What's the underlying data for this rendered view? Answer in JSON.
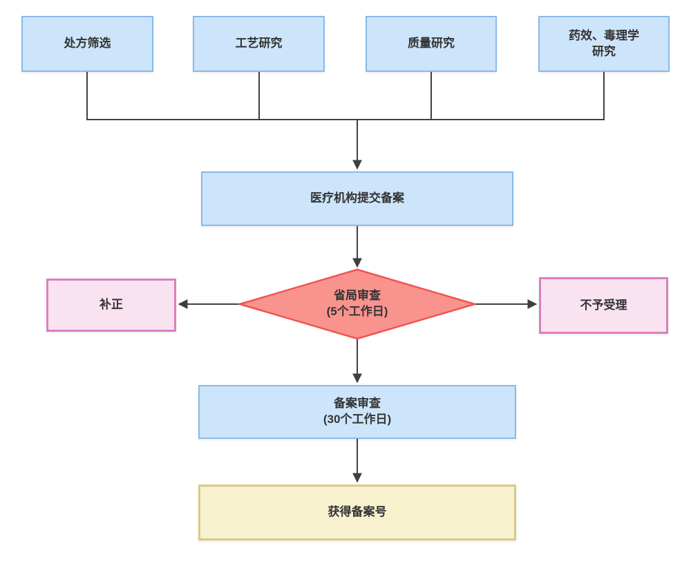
{
  "diagram": {
    "type": "flowchart",
    "colors": {
      "line": "#3f3f3f",
      "text": "#333333",
      "blue_fill": "#cde5fa",
      "blue_border": "#88b9e9",
      "red_fill": "#f9938e",
      "red_border": "#f2534f",
      "pink_fill": "#f9e3f1",
      "pink_border": "#dc7fbd",
      "yellow_fill": "#f8f1ce",
      "yellow_border": "#d8ca87"
    },
    "nodes": {
      "prescription_screening": {
        "label": "处方筛选"
      },
      "process_research": {
        "label": "工艺研究"
      },
      "quality_research": {
        "label": "质量研究"
      },
      "efficacy_toxicology_research": {
        "label": "药效、毒理学\n研究"
      },
      "institution_submit_filing": {
        "label": "医疗机构提交备案"
      },
      "provincial_bureau_review": {
        "label": "省局审查\n(5个工作日)"
      },
      "correction": {
        "label": "补正"
      },
      "not_accepted": {
        "label": "不予受理"
      },
      "filing_review": {
        "label": "备案审查\n(30个工作日)"
      },
      "obtain_filing_number": {
        "label": "获得备案号"
      }
    }
  }
}
